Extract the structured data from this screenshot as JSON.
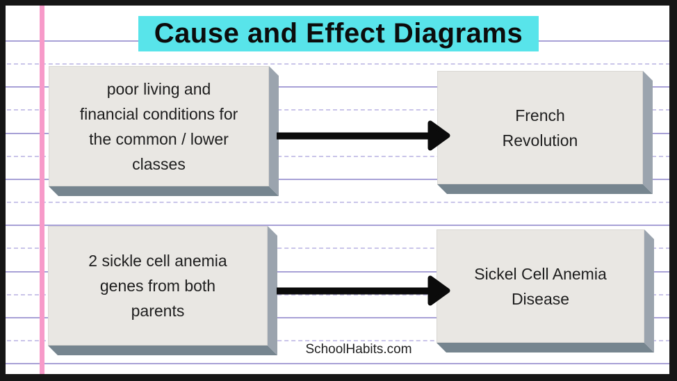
{
  "page": {
    "title": "Cause and Effect Diagrams",
    "watermark": "SchoolHabits.com"
  },
  "colors": {
    "highlight": "#58E4EA",
    "paper_line_solid": "#A7A0D6",
    "paper_line_dashed": "#C9C4E9",
    "margin_line": "#F79AC9",
    "margin_dot": "#EA77B7",
    "block_face": "#E9E7E3",
    "block_side_right": "#9BA4AE",
    "block_side_bottom": "#76858F",
    "arrow": "#0B0B0B",
    "frame": "#161616"
  },
  "diagram": {
    "rows": [
      {
        "cause": "poor living and\nfinancial conditions for\nthe common / lower\nclasses",
        "effect": "French\nRevolution"
      },
      {
        "cause": "2 sickle cell anemia\ngenes from both\nparents",
        "effect": "Sickel Cell Anemia\nDisease"
      }
    ]
  }
}
